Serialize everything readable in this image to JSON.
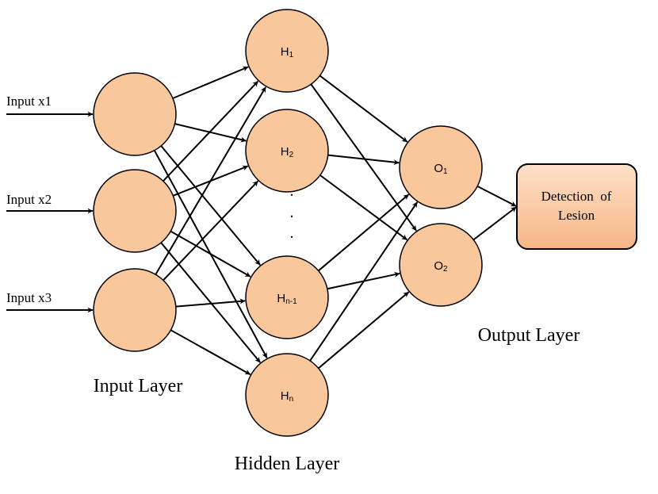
{
  "inputs": [
    {
      "label": "Input x1"
    },
    {
      "label": "Input x2"
    },
    {
      "label": "Input x3"
    }
  ],
  "hidden": [
    {
      "main": "H",
      "sub": "1"
    },
    {
      "main": "H",
      "sub": "2"
    },
    {
      "main": "H",
      "sub": "n-1"
    },
    {
      "main": "H",
      "sub": "n"
    }
  ],
  "hidden_ellipsis": ".",
  "outputs": [
    {
      "main": "O",
      "sub": "1"
    },
    {
      "main": "O",
      "sub": "2"
    }
  ],
  "result_box": {
    "line1": "Detection  of",
    "line2": "Lesion"
  },
  "layer_labels": {
    "input": "Input Layer",
    "hidden": "Hidden Layer",
    "output": "Output Layer"
  },
  "colors": {
    "node_fill": "#f9c79c",
    "node_stroke": "#000000",
    "box_fill_top": "#fde0c8",
    "box_fill_bottom": "#f7b686",
    "edge": "#000000"
  }
}
